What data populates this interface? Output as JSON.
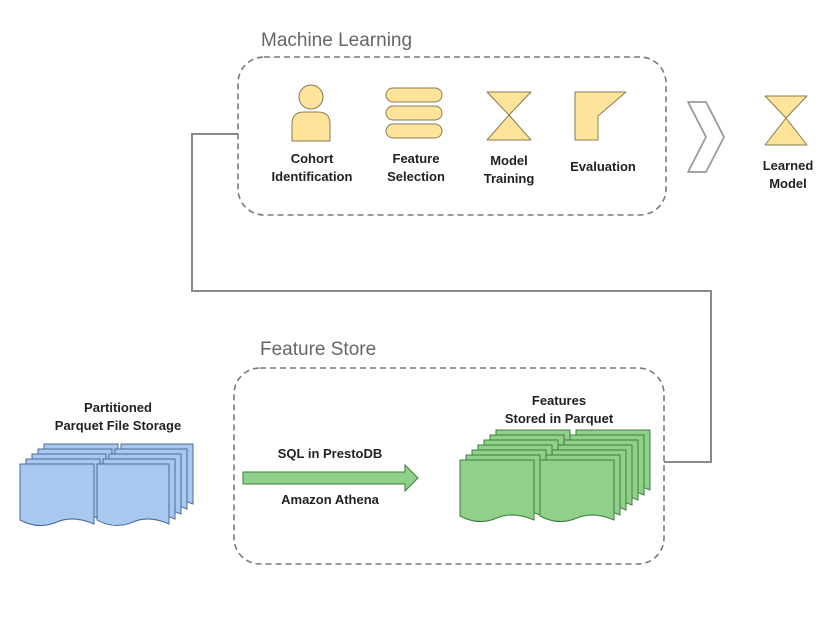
{
  "groups": {
    "machine_learning": {
      "title": "Machine Learning"
    },
    "feature_store": {
      "title": "Feature Store"
    }
  },
  "ml_steps": [
    {
      "line1": "Cohort",
      "line2": "Identification",
      "icon": "person-icon"
    },
    {
      "line1": "Feature",
      "line2": "Selection",
      "icon": "stacked-bars-icon"
    },
    {
      "line1": "Model",
      "line2": "Training",
      "icon": "hourglass-icon"
    },
    {
      "line1": "Evaluation",
      "line2": "",
      "icon": "corner-bracket-icon"
    }
  ],
  "output": {
    "line1": "Learned",
    "line2": "Model",
    "icon": "hourglass-icon"
  },
  "storage": {
    "line1": "Partitioned",
    "line2": "Parquet File Storage",
    "icon": "file-stack-icon"
  },
  "arrow": {
    "top_label": "SQL in PrestoDB",
    "bottom_label": "Amazon Athena",
    "icon": "right-arrow-icon"
  },
  "features": {
    "line1": "Features",
    "line2": "Stored in Parquet",
    "icon": "file-stack-icon"
  },
  "colors": {
    "icon_fill": "#fde49a",
    "icon_stroke": "#8a7a50",
    "storage_fill": "#a9c8f0",
    "storage_stroke": "#4a6b96",
    "features_fill": "#8fd08a",
    "features_stroke": "#3f7e3c",
    "arrow_fill": "#8fd08a",
    "connector": "#8a8a8a",
    "group_border": "#7a7a7a"
  }
}
